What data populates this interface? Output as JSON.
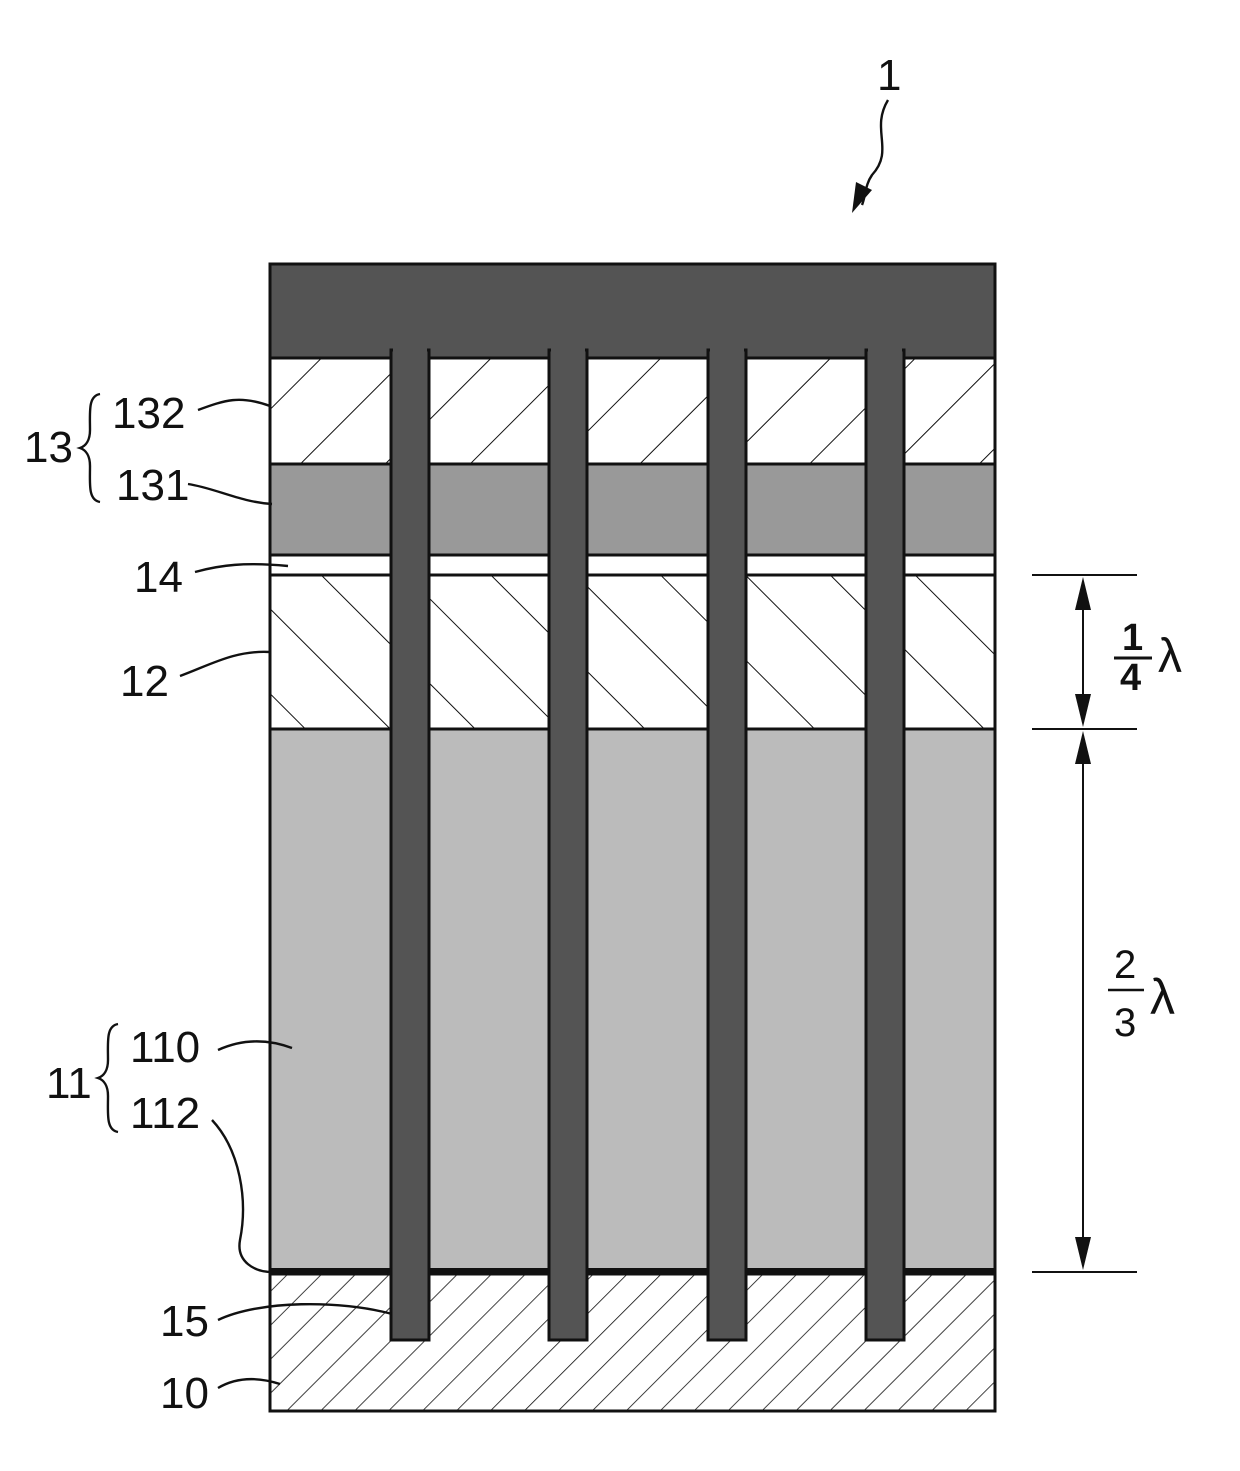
{
  "figure": {
    "ref_label": "1",
    "labels": {
      "l13": "13",
      "l132": "132",
      "l131": "131",
      "l14": "14",
      "l12": "12",
      "l11": "11",
      "l110": "110",
      "l112": "112",
      "l15": "15",
      "l10": "10"
    },
    "dimensions": {
      "upper": {
        "num": "1",
        "den": "4",
        "symbol": "λ"
      },
      "lower": {
        "num": "2",
        "den": "3",
        "symbol": "λ"
      }
    },
    "colors": {
      "electrode": "#545454",
      "layer_131": "#999999",
      "layer_110": "#bbbbbb",
      "hatch": "#111111",
      "background": "#ffffff"
    }
  }
}
